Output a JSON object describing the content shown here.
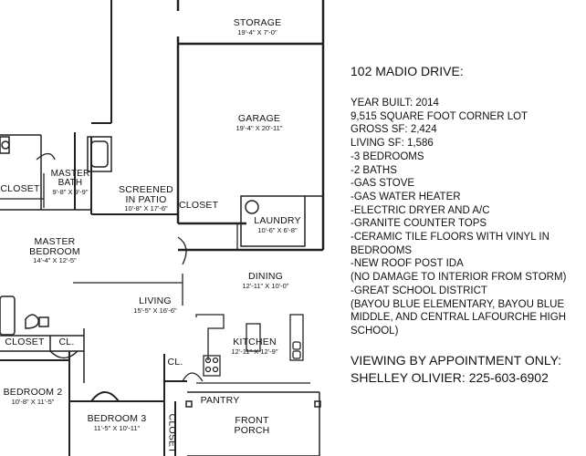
{
  "rooms": {
    "storage": {
      "name": "STORAGE",
      "dims": "19'-4\" X 7'-0\""
    },
    "garage": {
      "name": "GARAGE",
      "dims": "19'-4\" X 20'-11\""
    },
    "master_bath": {
      "name": "MASTER BATH",
      "dims": "9'-8\" X 9'-9\""
    },
    "screened_patio": {
      "name": "SCREENED IN PATIO",
      "dims": "10'-8\" X 17'-6\""
    },
    "laundry": {
      "name": "LAUNDRY",
      "dims": "10'-6\" X 6'-8\""
    },
    "master_bedroom": {
      "name": "MASTER BEDROOM",
      "dims": "14'-4\" X 12'-5\""
    },
    "dining": {
      "name": "DINING",
      "dims": "12'-11\" X 10'-0\""
    },
    "living": {
      "name": "LIVING",
      "dims": "15'-5\" X 16'-6\""
    },
    "kitchen": {
      "name": "KITCHEN",
      "dims": "12'-11\" X 12'-9\""
    },
    "bedroom2": {
      "name": "BEDROOM 2",
      "dims": "10'-8\" X 11'-5\""
    },
    "bedroom3": {
      "name": "BEDROOM 3",
      "dims": "11'-5\" X 10'-11\""
    },
    "front_porch": {
      "name": "FRONT PORCH"
    },
    "pantry": {
      "name": "PANTRY"
    },
    "closet_a": {
      "name": "CLOSET"
    },
    "closet_b": {
      "name": "CLOSET"
    },
    "closet_c": {
      "name": "CLOSET"
    },
    "closet_d": {
      "name": "CLOSET"
    },
    "cl_a": {
      "name": "CL."
    },
    "cl_b": {
      "name": "CL."
    }
  },
  "listing": {
    "address": "102 MADIO DRIVE:",
    "lines": [
      "YEAR BUILT: 2014",
      "9,515 SQUARE FOOT CORNER LOT",
      "GROSS SF: 2,424",
      "LIVING SF: 1,586",
      "-3 BEDROOMS",
      "-2 BATHS",
      "-GAS STOVE",
      "-GAS WATER HEATER",
      "-ELECTRIC DRYER AND A/C",
      "-GRANITE COUNTER TOPS",
      "-CERAMIC TILE FLOORS WITH VINYL IN",
      "BEDROOMS",
      "-NEW ROOF POST IDA",
      "(NO DAMAGE TO INTERIOR FROM STORM)",
      "-GREAT SCHOOL DISTRICT",
      "(BAYOU BLUE ELEMENTARY, BAYOU BLUE",
      "MIDDLE, AND CENTRAL LAFOURCHE HIGH",
      "SCHOOL)"
    ],
    "viewing": "VIEWING BY APPOINTMENT ONLY:",
    "contact": "SHELLEY OLIVIER: 225-603-6902"
  }
}
